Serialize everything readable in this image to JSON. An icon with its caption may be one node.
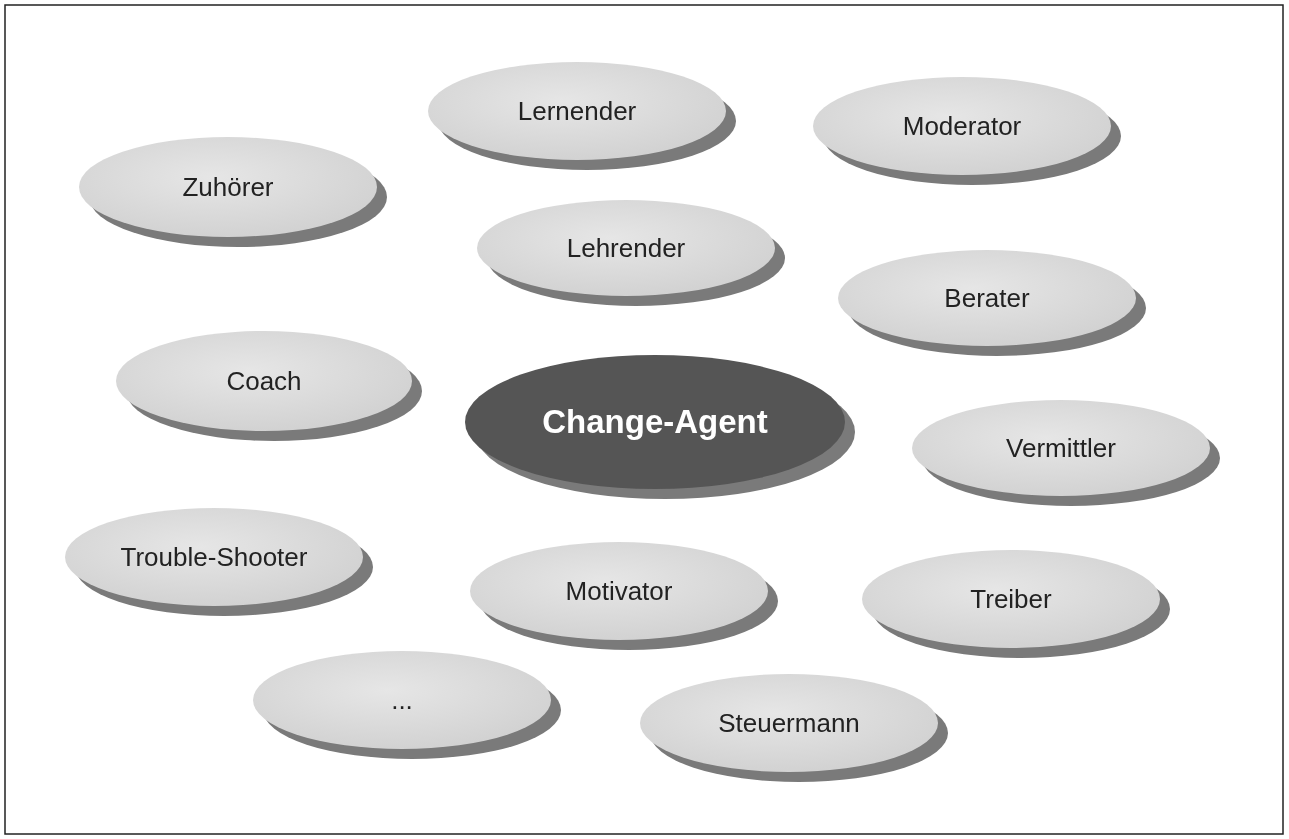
{
  "diagram": {
    "nodes": [
      {
        "text": [
          "Zuhörer"
        ]
      },
      {
        "text": [
          "Lernender"
        ]
      },
      {
        "text": [
          "Moderator"
        ]
      },
      {
        "text": [
          "Lehrender"
        ]
      },
      {
        "text": [
          "Berater"
        ]
      },
      {
        "text": [
          "Coach"
        ]
      },
      {
        "text": [
          "Change-Agent"
        ]
      },
      {
        "text": [
          "Vermittler"
        ]
      },
      {
        "text": [
          "Trouble-Shooter"
        ]
      },
      {
        "text": [
          "Motivator"
        ]
      },
      {
        "text": [
          "Treiber"
        ]
      },
      {
        "text": [
          "..."
        ]
      },
      {
        "text": [
          "Steuermann"
        ]
      }
    ]
  }
}
